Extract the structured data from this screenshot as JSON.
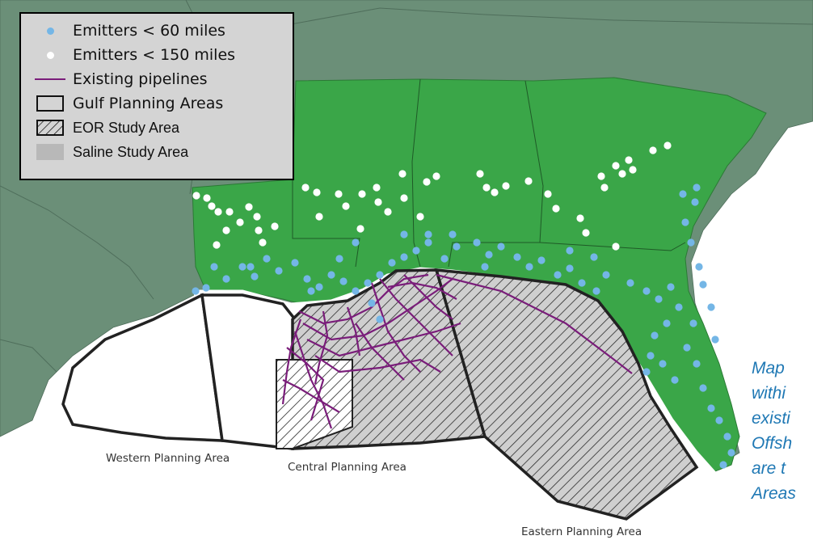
{
  "legend": {
    "items": [
      {
        "label": "Emitters < 60 miles",
        "symbol": "dot-blue-icon"
      },
      {
        "label": "Emitters < 150 miles",
        "symbol": "dot-white-icon"
      },
      {
        "label": "Existing pipelines",
        "symbol": "line-purple-icon"
      },
      {
        "label": "Gulf Planning Areas",
        "symbol": "outline-box-icon"
      },
      {
        "label": "EOR Study Area",
        "symbol": "hatch-box-icon"
      },
      {
        "label": "Saline Study Area",
        "symbol": "gray-box-icon"
      }
    ]
  },
  "area_labels": {
    "western": "Western Planning Area",
    "central": "Central Planning Area",
    "eastern": "Eastern Planning Area"
  },
  "caption": {
    "lines": [
      "Map",
      "withi",
      "existi",
      "Offsh",
      "are t",
      "Areas"
    ]
  },
  "colors": {
    "land_gray": "#6b8f78",
    "study_states": "#3aa648",
    "emitter_near": "#74b6e6",
    "emitter_far": "#ffffff",
    "pipeline": "#7a1d7a",
    "saline_fill": "#c9c9c9"
  }
}
